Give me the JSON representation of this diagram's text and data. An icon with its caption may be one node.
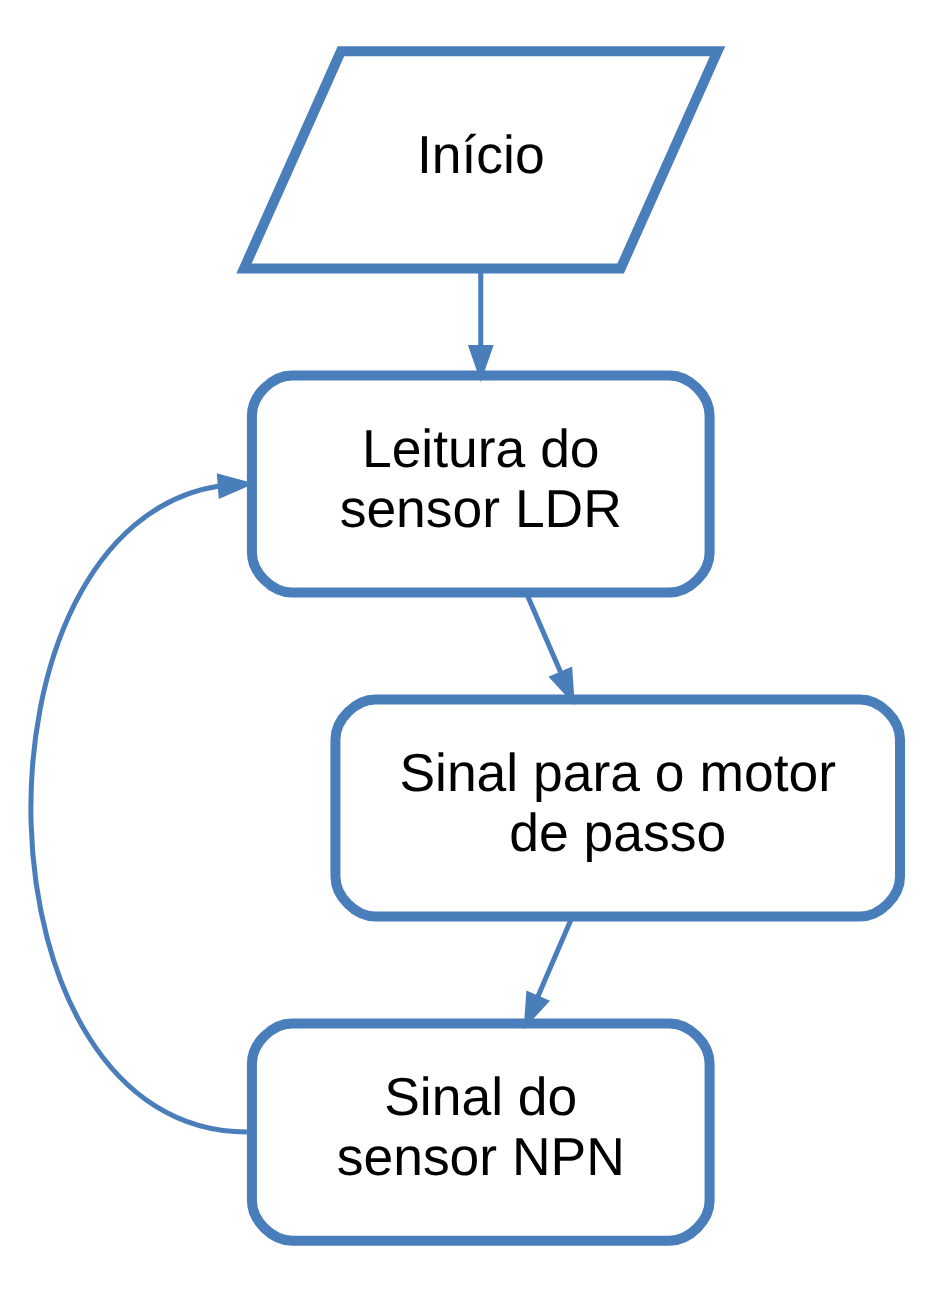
{
  "diagram": {
    "nodes": [
      {
        "text": [
          "Início"
        ]
      },
      {
        "text": [
          "Leitura do sensor LDR"
        ]
      },
      {
        "text": [
          "Sinal para o motor de passo"
        ]
      },
      {
        "text": [
          "Sinal do sensor NPN"
        ]
      }
    ],
    "edges": [
      {
        "from": 0,
        "to": 1,
        "arrow": "to"
      },
      {
        "from": 1,
        "to": 2,
        "arrow": "to"
      },
      {
        "from": 2,
        "to": 3,
        "arrow": "to"
      },
      {
        "from": 3,
        "to": 1,
        "arrow": "to"
      }
    ]
  }
}
